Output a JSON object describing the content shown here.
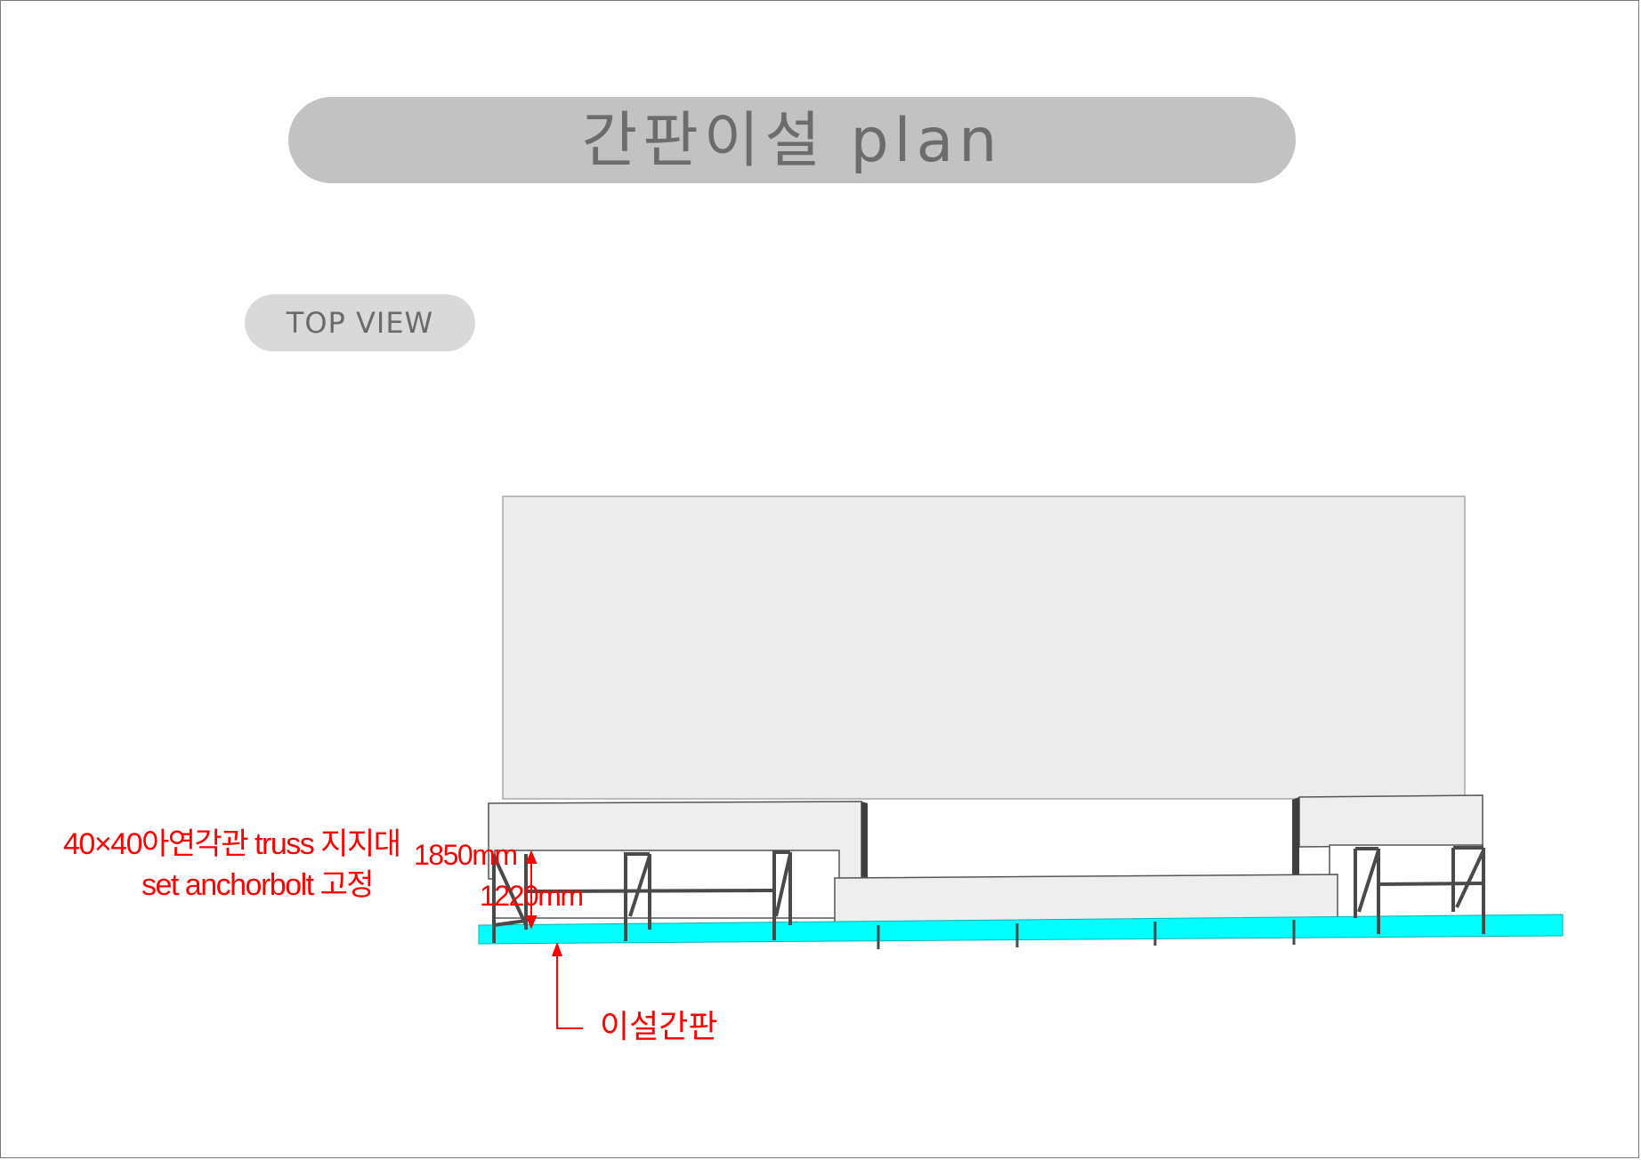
{
  "title": "간판이설 plan",
  "view_label": "TOP VIEW",
  "annotations": {
    "truss_line1": "40×40아연각관 truss 지지대",
    "truss_line2": "set anchorbolt  고정",
    "height_outer": "1850mm",
    "height_inner": "1220mm",
    "sign_pointer": "이설간판"
  },
  "colors": {
    "annotation": "#ff0000",
    "sign_panel": "#00ffff",
    "pill_dark": "#c2c2c2",
    "pill_light": "#d9d9d9",
    "building_wall": "#ececec",
    "truss_frame": "#4a4a4a"
  }
}
